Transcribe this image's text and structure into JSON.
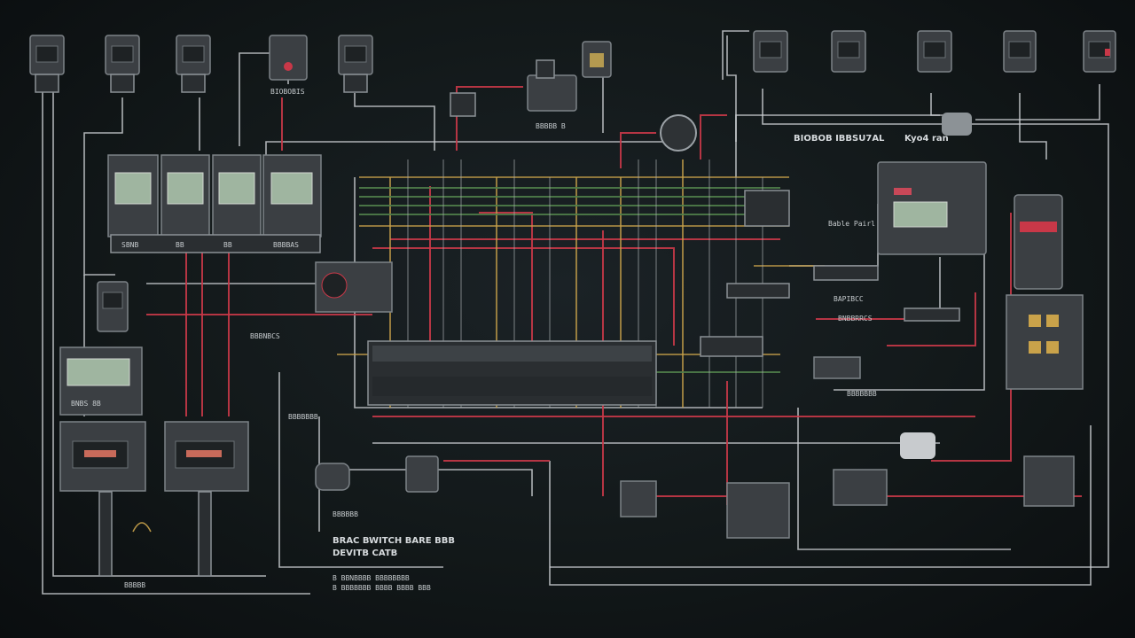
{
  "diagram": {
    "title": "Electrical wiring schematic",
    "labels": {
      "top_device_label": "BIOBOBIS",
      "relay_label": "BBBBB B",
      "header_left": "BIOBOB IBBSU7AL",
      "header_right": "Kyo4 ran",
      "panel_label": "Bable Pairl",
      "panel_row": [
        "SBNB",
        "BB",
        "BB",
        "BBBBAS"
      ],
      "side_label": "BAPIBCC",
      "side_label2": "BNBBRRCS",
      "left_meter_label": "BNBS  8B",
      "mid_label": "BBBNBCS",
      "caption_line1": "BRAC BWITCH BARE BBB",
      "caption_line2": "DEVITB CATB",
      "footer_line1": "B BBNBBBB   BBBBBBBB",
      "footer_line2": "B BBBBBBB BBBB BBBB BBB",
      "bottom_left": "BBBBB",
      "small_1": "BBBBBBB",
      "small_2": "BBBBBB",
      "small_3": "BBBBBBB"
    },
    "colors": {
      "background": "#121819",
      "wire_white": "#c9cdd0",
      "wire_red": "#c83848",
      "wire_yellow": "#c9a24a",
      "wire_green": "#4f7d49"
    }
  }
}
